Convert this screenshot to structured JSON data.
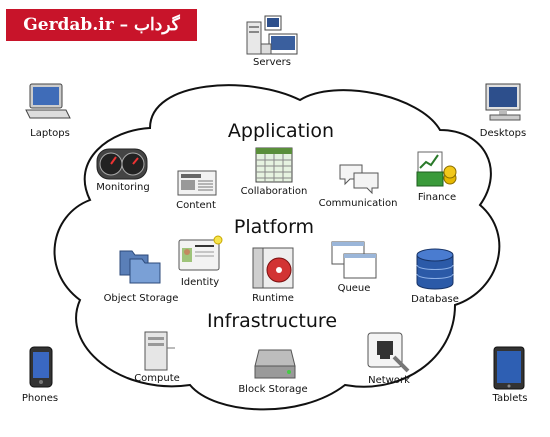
{
  "brand": {
    "text": "Gerdab.ir – گرداب"
  },
  "layers": {
    "application": "Application",
    "platform": "Platform",
    "infrastructure": "Infrastructure"
  },
  "outer": {
    "servers": "Servers",
    "laptops": "Laptops",
    "desktops": "Desktops",
    "phones": "Phones",
    "tablets": "Tablets"
  },
  "application": {
    "monitoring": "Monitoring",
    "content": "Content",
    "collaboration": "Collaboration",
    "communication": "Communication",
    "finance": "Finance"
  },
  "platform": {
    "object_storage": "Object Storage",
    "identity": "Identity",
    "runtime": "Runtime",
    "queue": "Queue",
    "database": "Database"
  },
  "infrastructure": {
    "compute": "Compute",
    "block_storage": "Block Storage",
    "network": "Network"
  }
}
